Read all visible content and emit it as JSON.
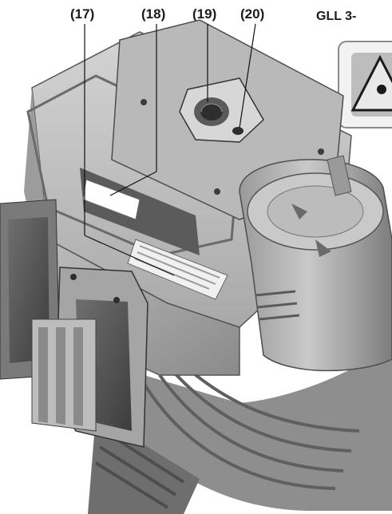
{
  "callouts": [
    {
      "id": "17",
      "label": "(17)"
    },
    {
      "id": "18",
      "label": "(18)"
    },
    {
      "id": "19",
      "label": "(19)"
    },
    {
      "id": "20",
      "label": "(20)"
    }
  ],
  "model_label": "GLL 3-",
  "icons": {
    "laser_warning": "laser-warning-icon",
    "device": "laser-level-device-illustration"
  }
}
